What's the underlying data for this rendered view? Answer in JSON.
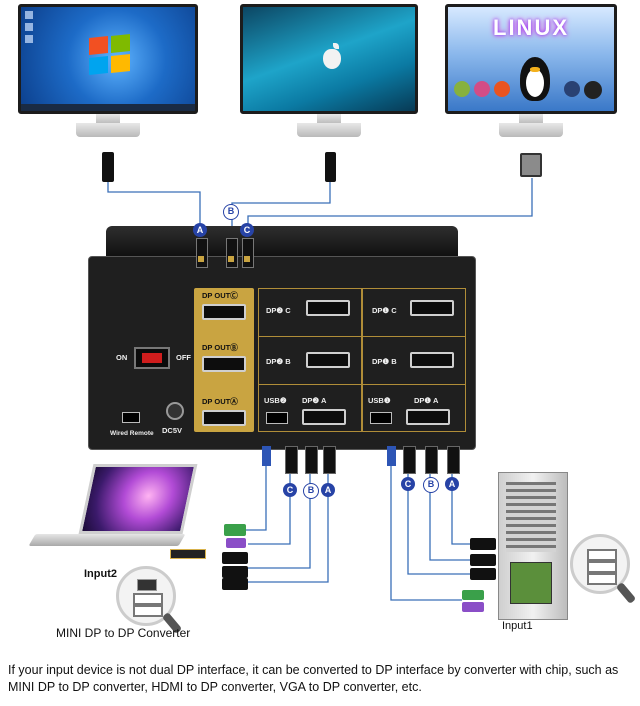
{
  "monitors": [
    {
      "id": "windows",
      "screen_color": "#1b6fc4"
    },
    {
      "id": "mac",
      "screen_color": "#1d8fb4"
    },
    {
      "id": "linux",
      "screen_label": "LINUX",
      "screen_color": "#3a78c8"
    }
  ],
  "switch": {
    "cable_badges": [
      "A",
      "B",
      "C"
    ],
    "dp_out_labels": [
      "DP OUTⒸ",
      "DP OUTⒷ",
      "DP OUTⒶ"
    ],
    "power": {
      "on": "ON",
      "off": "OFF"
    },
    "dc_label": "DC5V",
    "wired_remote_label": "Wired Remote",
    "input2_ports": {
      "c": "DP❷ C",
      "b": "DP❷ B",
      "usb": "USB❷",
      "a": "DP❷ A"
    },
    "input1_ports": {
      "c": "DP❶ C",
      "b": "DP❶ B",
      "usb": "USB❶",
      "a": "DP❶ A"
    },
    "bottom_badges": [
      "C",
      "B",
      "A"
    ]
  },
  "devices": {
    "input2_label": "Input2",
    "input1_label": "Input1",
    "converter_label": "MINI DP to DP Converter"
  },
  "caption": "If your input device is not dual DP interface, it can be converted to DP  interface by converter with chip, such as MINI DP to DP converter, HDMI to DP converter, VGA to DP converter, etc.",
  "colors": {
    "gold": "#c9a441",
    "cable_blue": "#3a6fb8",
    "switch_body": "#222222",
    "badge_blue": "#2743a6"
  }
}
